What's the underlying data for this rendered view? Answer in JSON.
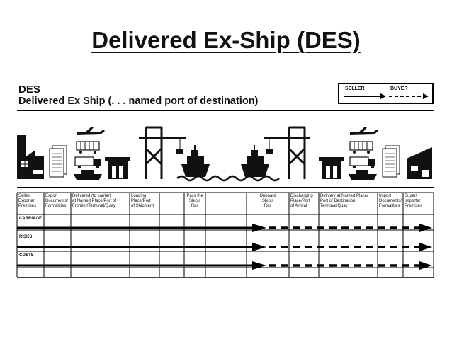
{
  "slide": {
    "title": "Delivered Ex-Ship (DES)"
  },
  "diagram": {
    "code": "DES",
    "name": "Delivered Ex Ship (. . . named port of destination)"
  },
  "legend": {
    "seller": "SELLER",
    "buyer": "BUYER"
  },
  "columns": [
    [
      "Seller/",
      "Exporter",
      "Premises"
    ],
    [
      "Export",
      "Documents/",
      "Formalities"
    ],
    [
      "Delivered (to carrier)",
      "at Named Place/Port of",
      "Frontier/Terminal/Quay"
    ],
    [
      "Loading",
      "Place/Port",
      "of Shipment"
    ],
    [
      "Pass the",
      "Ship's",
      "Rail"
    ],
    [
      "Onboard",
      "Ship's",
      "Rail"
    ],
    [
      "Discharging",
      "Place/Port",
      "of Arrival"
    ],
    [
      "Delivery at Named Place/",
      "Port of Destination:",
      "Terminal/Quay"
    ],
    [
      "Import",
      "Documents/",
      "Formalities"
    ],
    [
      "Buyer/",
      "Importer",
      "Premises"
    ]
  ],
  "rows": [
    "CARRIAGE",
    "RISKS",
    "COSTS"
  ],
  "colors": {
    "ink": "#000000",
    "background": "#ffffff"
  }
}
